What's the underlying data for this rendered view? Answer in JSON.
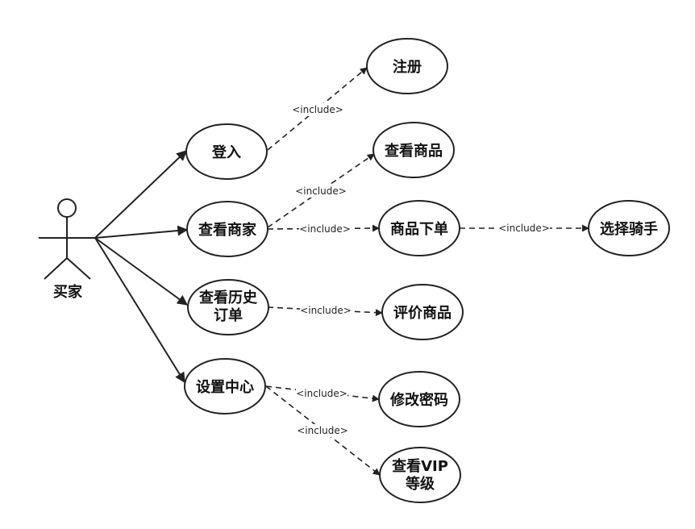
{
  "actor": {
    "label": "买家"
  },
  "use_cases": {
    "login": [
      "登入"
    ],
    "register": [
      "注册"
    ],
    "view_merchant": [
      "查看商家"
    ],
    "view_goods": [
      "查看商品"
    ],
    "order_goods": [
      "商品下单"
    ],
    "choose_rider": [
      "选择骑手"
    ],
    "view_history": [
      "查看历史",
      "订单"
    ],
    "rate_goods": [
      "评价商品"
    ],
    "settings": [
      "设置中心"
    ],
    "change_password": [
      "修改密码"
    ],
    "view_vip": [
      "查看VIP",
      "等级"
    ]
  },
  "relation_label": "<include>"
}
